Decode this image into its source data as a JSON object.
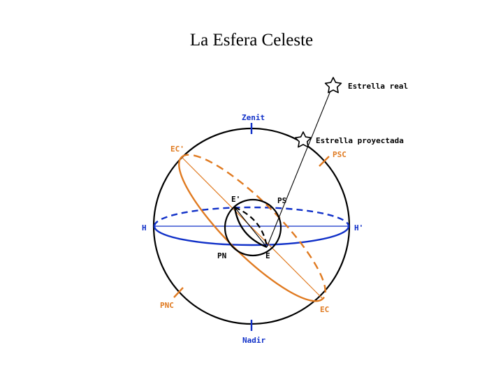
{
  "title": "La Esfera Celeste",
  "colors": {
    "outline": "#000000",
    "horizon": "#1030c8",
    "ecliptic": "#e07a20",
    "axis_label": "#1030c8",
    "ecliptic_label": "#e07a20"
  },
  "labels": {
    "estrella_real": "Estrella real",
    "estrella_proyectada": "Estrella proyectada",
    "zenit": "Zenit",
    "nadir": "Nadir",
    "h": "H",
    "h_prime": "H'",
    "ec_prime": "EC'",
    "ec": "EC",
    "psc": "PSC",
    "pnc": "PNC",
    "pn": "PN",
    "ps": "PS",
    "e_prime": "E'",
    "e": "E"
  },
  "icons": {
    "real_star": "star-outline-icon",
    "projected_star": "star-outline-icon"
  }
}
